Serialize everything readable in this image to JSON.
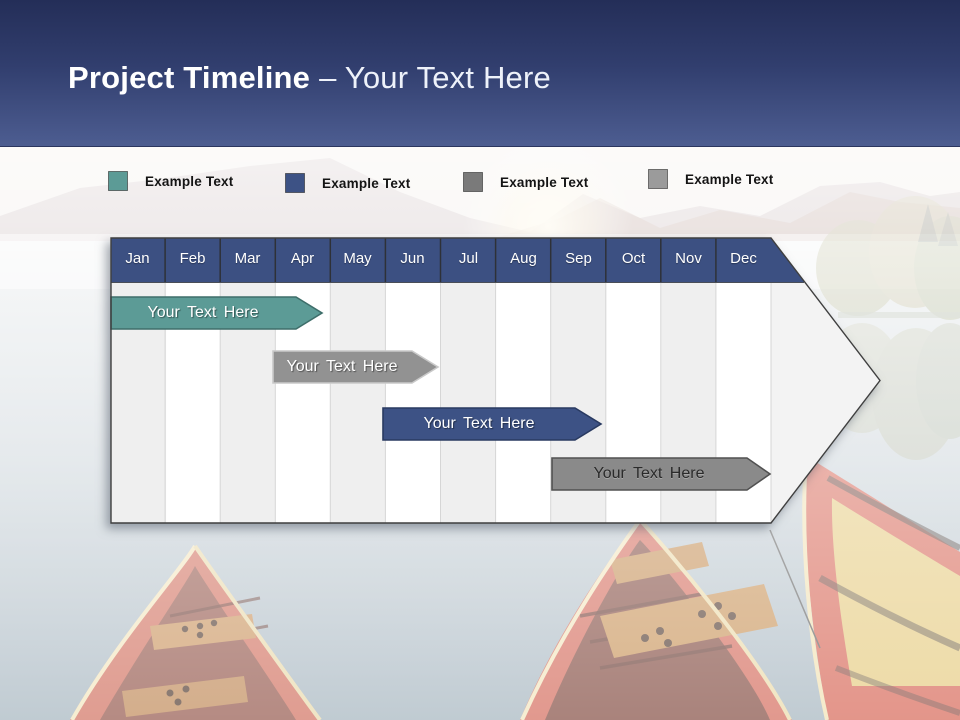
{
  "title": {
    "bold": "Project Timeline",
    "rest": "– Your Text Here"
  },
  "legend": {
    "items": [
      {
        "label": "Example Text",
        "color": "#5C9B96"
      },
      {
        "label": "Example Text",
        "color": "#3D5285"
      },
      {
        "label": "Example Text",
        "color": "#7A7A7A"
      },
      {
        "label": "Example Text",
        "color": "#9B9B9B"
      }
    ]
  },
  "timeline": {
    "header_color": "#3C5082",
    "months": [
      "Jan",
      "Feb",
      "Mar",
      "Apr",
      "May",
      "Jun",
      "Jul",
      "Aug",
      "Sep",
      "Oct",
      "Nov",
      "Dec"
    ],
    "bars": [
      {
        "label": "Your Text Here",
        "fill": "#5C9B96",
        "border": "#3E6E6A",
        "text_color": "#FFFFFF"
      },
      {
        "label": "Your Text Here",
        "fill": "#929292",
        "border": "#C9C9C9",
        "text_color": "#FFFFFF"
      },
      {
        "label": "Your Text Here",
        "fill": "#3D5285",
        "border": "#293A61",
        "text_color": "#FFFFFF"
      },
      {
        "label": "Your Text Here",
        "fill": "#8A8A8A",
        "border": "#515151",
        "text_color": "#2B2B2B"
      }
    ]
  },
  "theme": {
    "band_top": "#242E58",
    "band_bottom": "#4D5D91",
    "panel_outline": "#3F3F3F",
    "col_light": "#EFEFEF",
    "col_white": "#FFFFFF",
    "divider": "#D6D6D6",
    "tip_fill": "#F3F3F3"
  }
}
